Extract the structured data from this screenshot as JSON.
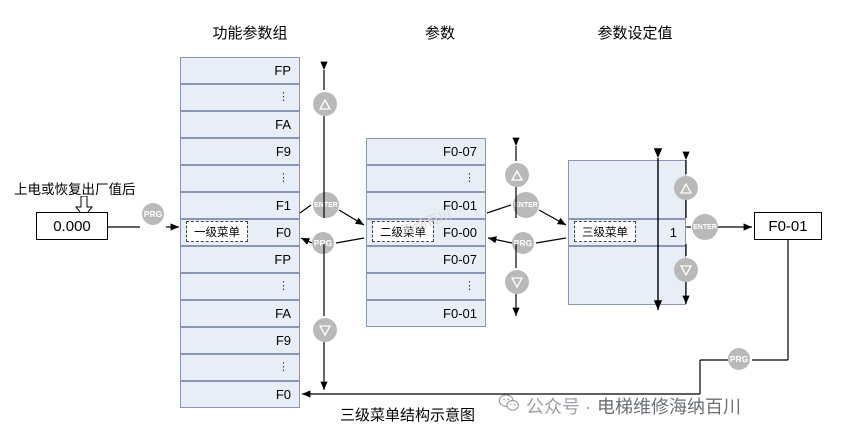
{
  "headers": {
    "col1": "功能参数组",
    "col2": "参数",
    "col3": "参数设定值"
  },
  "left": {
    "note": "上电或恢复出厂值后",
    "display_value": "0.000",
    "arrow_icon": "down-arrow-icon"
  },
  "column1": {
    "title_label": "一级菜单",
    "rows_top": [
      "FP",
      "⋮",
      "FA",
      "F9",
      "⋮",
      "F1"
    ],
    "selected": "F0",
    "rows_bottom": [
      "FP",
      "⋮",
      "FA",
      "F9",
      "⋮",
      "F0"
    ]
  },
  "column2": {
    "title_label": "二级菜单",
    "rows_top": [
      "F0-07",
      "⋮",
      "F0-01"
    ],
    "selected": "F0-00",
    "rows_bottom": [
      "F0-07",
      "⋮",
      "F0-01"
    ]
  },
  "column3": {
    "title_label": "三级菜单",
    "selected": "1"
  },
  "result": {
    "value": "F0-01"
  },
  "buttons": {
    "prg": "PRG",
    "enter": "ENTER"
  },
  "icons": {
    "up": "up-triangle-icon",
    "down": "down-triangle-icon"
  },
  "caption": "三级菜单结构示意图",
  "watermark": {
    "prefix": "公众号 · ",
    "name": "电梯维修海纳百川",
    "logo": "wechat-logo-icon",
    "diagonal": "海纳百川"
  },
  "colors": {
    "cell_fill": "#e8eef8",
    "cell_border": "#8a96b8",
    "button_fill": "#b9b9b9",
    "line": "#000000"
  }
}
